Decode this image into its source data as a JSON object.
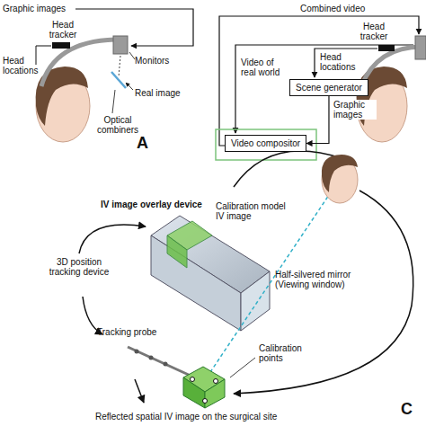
{
  "diagram": {
    "nodes": [
      {
        "text": [
          "Scene generator"
        ]
      },
      {
        "text": [
          "Video compositor"
        ]
      }
    ],
    "edges": [
      {
        "from": 0,
        "to": 1,
        "label": "Graphic images",
        "arrow": "to"
      }
    ],
    "labels": [
      "Graphic images",
      "Head tracker",
      "Head locations",
      "Monitors",
      "Real image",
      "Optical combiners",
      "A",
      "Combined video",
      "Head tracker",
      "Video of real world",
      "Head locations",
      "IV image overlay device",
      "Calibration model IV image",
      "Half-silvered mirror (Viewing window)",
      "3D position tracking device",
      "Tracking probe",
      "Calibration points",
      "Reflected spatial IV image on the surgical site",
      "C"
    ]
  }
}
